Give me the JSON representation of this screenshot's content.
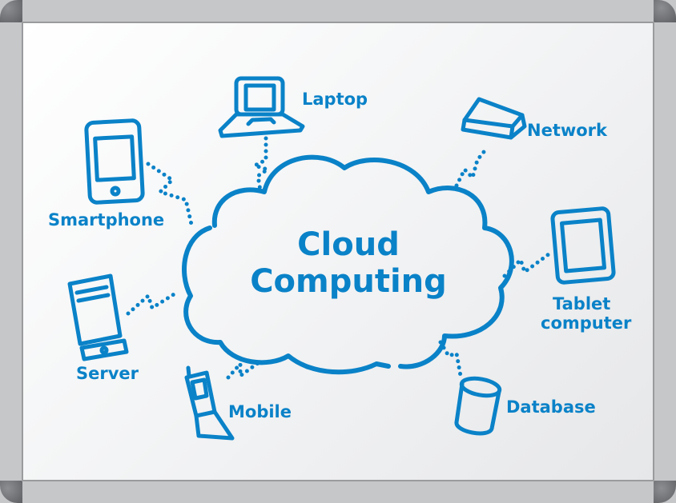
{
  "title": {
    "line1": "Cloud",
    "line2": "Computing"
  },
  "nodes": {
    "laptop": "Laptop",
    "network": "Network",
    "smartphone": "Smartphone",
    "tablet_line1": "Tablet",
    "tablet_line2": "computer",
    "server": "Server",
    "mobile": "Mobile",
    "database": "Database"
  },
  "colors": {
    "accent": "#0a82c8",
    "frame": "#c6c7c9",
    "board": "#f4f5f6"
  }
}
